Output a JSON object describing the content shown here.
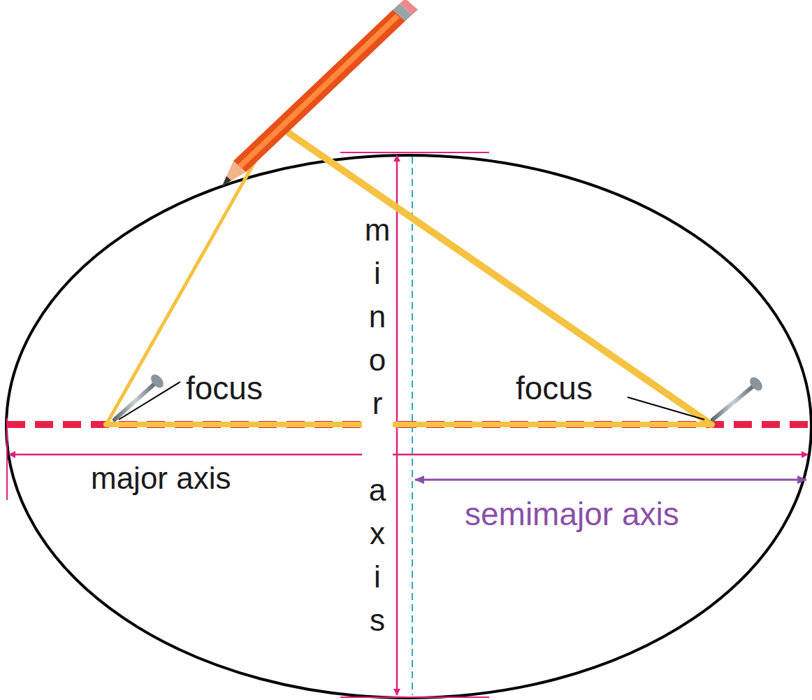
{
  "diagram": {
    "labels": [
      "focus",
      "focus",
      "major axis",
      "semimajor axis",
      "minor axis"
    ]
  }
}
